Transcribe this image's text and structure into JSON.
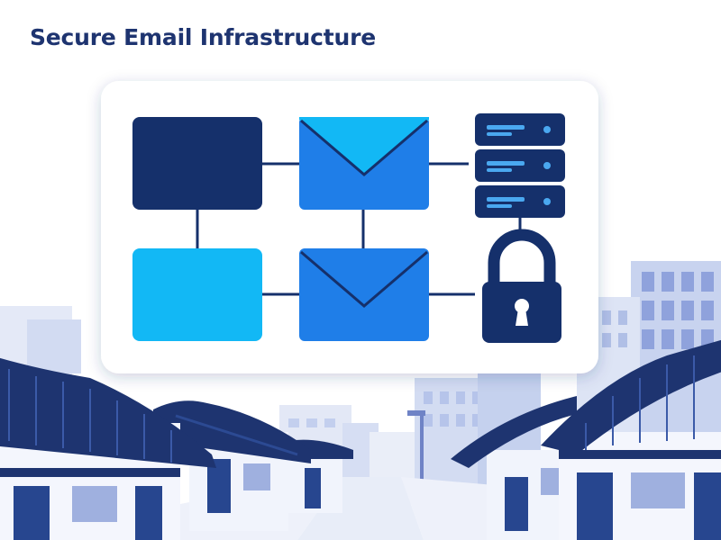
{
  "header": {
    "title": "Secure Email Infrastructure"
  },
  "diagram": {
    "nodes": [
      {
        "id": "box-top-left",
        "shape": "block",
        "color": "#15306b"
      },
      {
        "id": "envelope-top",
        "shape": "envelope",
        "color": "#1f7ee8",
        "flap": "#12b8f5"
      },
      {
        "id": "server",
        "shape": "server-stack",
        "color": "#15306b",
        "units": 3
      },
      {
        "id": "box-bottom-left",
        "shape": "block",
        "color": "#12b8f5"
      },
      {
        "id": "envelope-bottom",
        "shape": "envelope",
        "color": "#1f7ee8",
        "flap": "#1f7ee8"
      },
      {
        "id": "lock",
        "shape": "padlock",
        "color": "#15306b"
      }
    ],
    "connectors_color": "#15306b",
    "card_color": "#ffffff"
  },
  "background": {
    "scene": "street with traditional tiled-roof houses and city buildings",
    "colors": {
      "roof": "#1e3470",
      "wall": "#f1f4fc",
      "building_light": "#dfe6f6",
      "building_mid": "#b9c6ea"
    }
  }
}
